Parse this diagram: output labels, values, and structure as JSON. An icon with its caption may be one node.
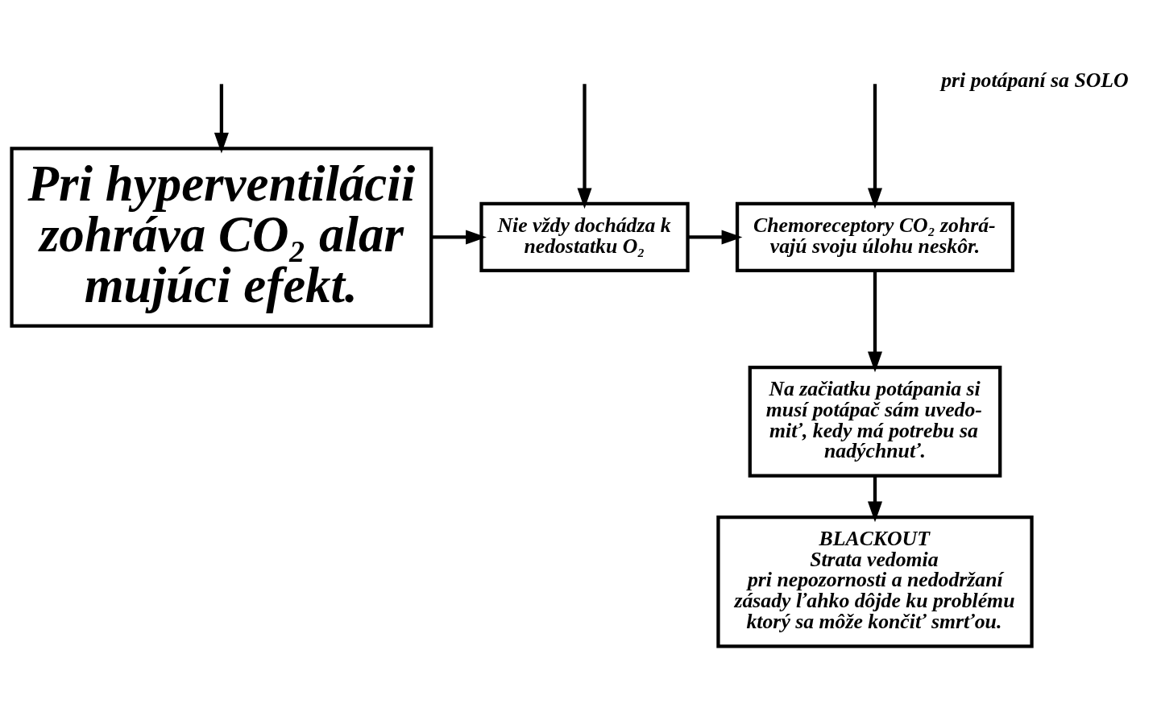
{
  "diagram": {
    "nodes": [
      {
        "text": [
          "Pri hyperventilácii zohráva CO₂ alar mujúci efekt."
        ]
      },
      {
        "text": [
          "Nie vždy dochádza k nedostatku O₂"
        ]
      },
      {
        "text": [
          "Chemoreceptory CO₂ zohrá- vajú svoju úlohu neskôr."
        ]
      },
      {
        "text": [
          "Na začiatku potápania si musí potápač sám uvedo- miť, kedy má potrebu sa nadýchnuť."
        ]
      },
      {
        "text": [
          "BLACKOUT",
          "Strata vedomia",
          "pri nepozornosti a nedodržaní zásady ľahko dôjde ku problému ktorý sa môže končiť smrťou."
        ]
      }
    ],
    "edges": [
      {
        "from": null,
        "to": 0,
        "arrow": "to"
      },
      {
        "from": null,
        "to": 1,
        "arrow": "to"
      },
      {
        "from": null,
        "to": 2,
        "arrow": "to"
      },
      {
        "from": 0,
        "to": 1,
        "arrow": "to"
      },
      {
        "from": 1,
        "to": 2,
        "arrow": "to"
      },
      {
        "from": 2,
        "to": 3,
        "arrow": "to"
      },
      {
        "from": 3,
        "to": 4,
        "arrow": "to"
      }
    ],
    "labels": [
      "pri potápaní sa SOLO"
    ]
  }
}
